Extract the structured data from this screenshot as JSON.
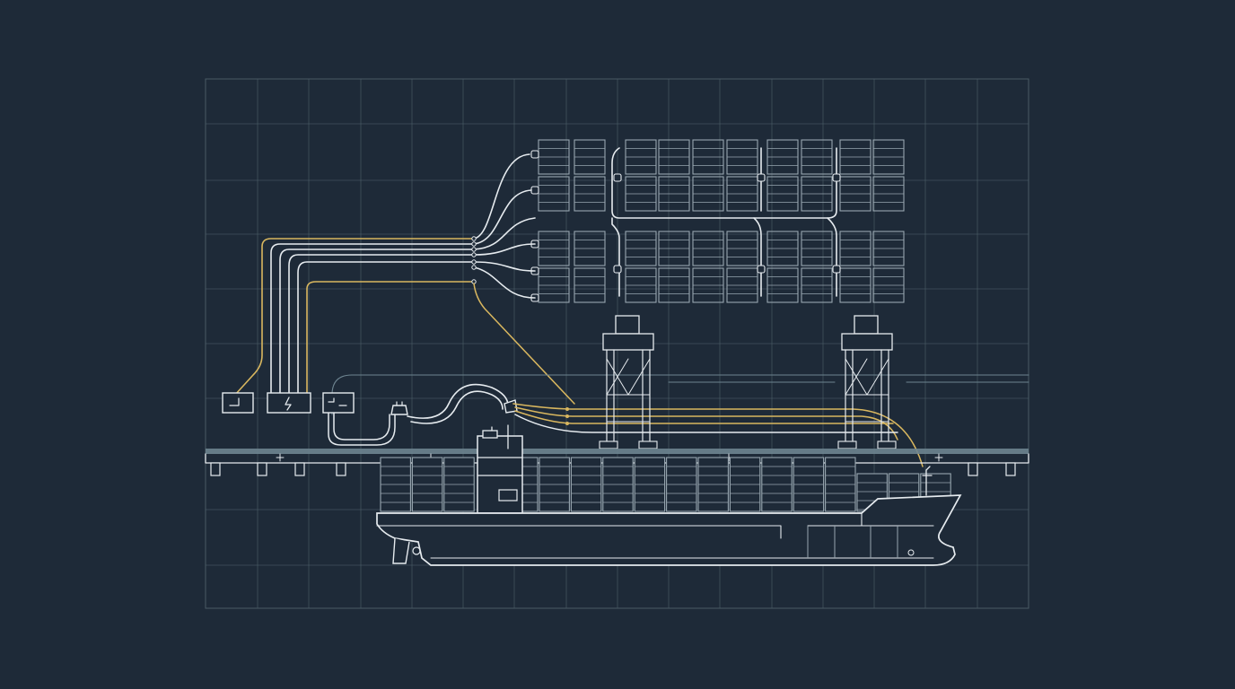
{
  "colors": {
    "background": "#1e2a38",
    "grid": "#4e5f6a",
    "line": "#e6ebef",
    "module": "#98a7b0",
    "accent": "#d9b75f",
    "quay": "#6d8490"
  },
  "icons": {
    "source_box": "meter-icon",
    "converter_box": "lightning-bolt-icon",
    "switch_box": "switch-icon",
    "hv_plug": "plug-icon",
    "ship": "container-ship-icon",
    "crane": "gantry-crane-icon"
  },
  "diagram": {
    "solar_array_count": 4,
    "gantry_crane_count": 2,
    "onshore_power_cables": 3
  }
}
